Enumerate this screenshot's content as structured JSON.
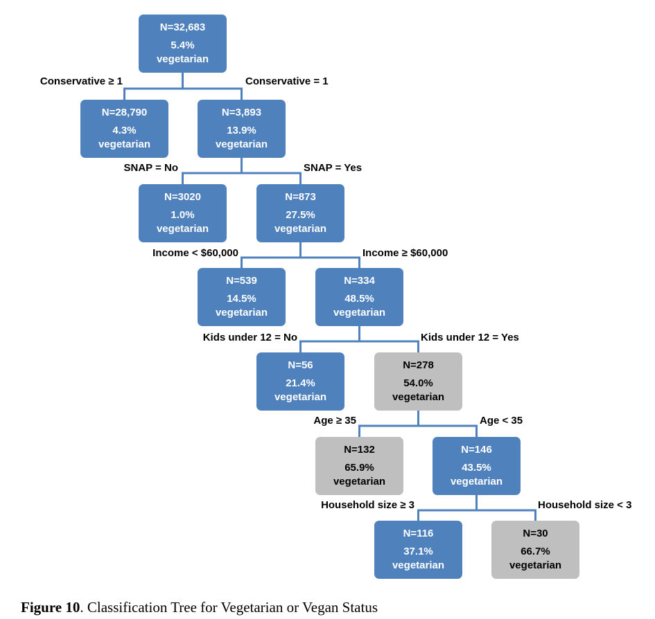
{
  "tree": {
    "nodes": [
      {
        "id": "root",
        "n": "N=32,683",
        "pct": "5.4%",
        "label": "vegetarian",
        "color": "blue"
      },
      {
        "id": "n1",
        "n": "N=28,790",
        "pct": "4.3%",
        "label": "vegetarian",
        "color": "blue"
      },
      {
        "id": "n2",
        "n": "N=3,893",
        "pct": "13.9%",
        "label": "vegetarian",
        "color": "blue"
      },
      {
        "id": "n3",
        "n": "N=3020",
        "pct": "1.0%",
        "label": "vegetarian",
        "color": "blue"
      },
      {
        "id": "n4",
        "n": "N=873",
        "pct": "27.5%",
        "label": "vegetarian",
        "color": "blue"
      },
      {
        "id": "n5",
        "n": "N=539",
        "pct": "14.5%",
        "label": "vegetarian",
        "color": "blue"
      },
      {
        "id": "n6",
        "n": "N=334",
        "pct": "48.5%",
        "label": "vegetarian",
        "color": "blue"
      },
      {
        "id": "n7",
        "n": "N=56",
        "pct": "21.4%",
        "label": "vegetarian",
        "color": "blue"
      },
      {
        "id": "n8",
        "n": "N=278",
        "pct": "54.0%",
        "label": "vegetarian",
        "color": "gray"
      },
      {
        "id": "n9",
        "n": "N=132",
        "pct": "65.9%",
        "label": "vegetarian",
        "color": "gray"
      },
      {
        "id": "n10",
        "n": "N=146",
        "pct": "43.5%",
        "label": "vegetarian",
        "color": "blue"
      },
      {
        "id": "n11",
        "n": "N=116",
        "pct": "37.1%",
        "label": "vegetarian",
        "color": "blue"
      },
      {
        "id": "n12",
        "n": "N=30",
        "pct": "66.7%",
        "label": "vegetarian",
        "color": "gray"
      }
    ],
    "splits": [
      {
        "parent": "root",
        "left": "n1",
        "right": "n2",
        "left_label": "Conservative ≥ 1",
        "right_label": "Conservative = 1"
      },
      {
        "parent": "n2",
        "left": "n3",
        "right": "n4",
        "left_label": "SNAP = No",
        "right_label": "SNAP = Yes"
      },
      {
        "parent": "n4",
        "left": "n5",
        "right": "n6",
        "left_label": "Income < $60,000",
        "right_label": "Income ≥ $60,000"
      },
      {
        "parent": "n6",
        "left": "n7",
        "right": "n8",
        "left_label": "Kids under 12 = No",
        "right_label": "Kids under 12 = Yes"
      },
      {
        "parent": "n8",
        "left": "n9",
        "right": "n10",
        "left_label": "Age ≥ 35",
        "right_label": "Age < 35"
      },
      {
        "parent": "n10",
        "left": "n11",
        "right": "n12",
        "left_label": "Household size ≥ 3",
        "right_label": "Household size < 3"
      }
    ],
    "colors": {
      "blue": "#4f81bd",
      "gray": "#bfbfbf",
      "connector": "#4f81bd"
    }
  },
  "caption": {
    "label": "Figure 10",
    "text": ".  Classification Tree for Vegetarian or Vegan Status"
  }
}
